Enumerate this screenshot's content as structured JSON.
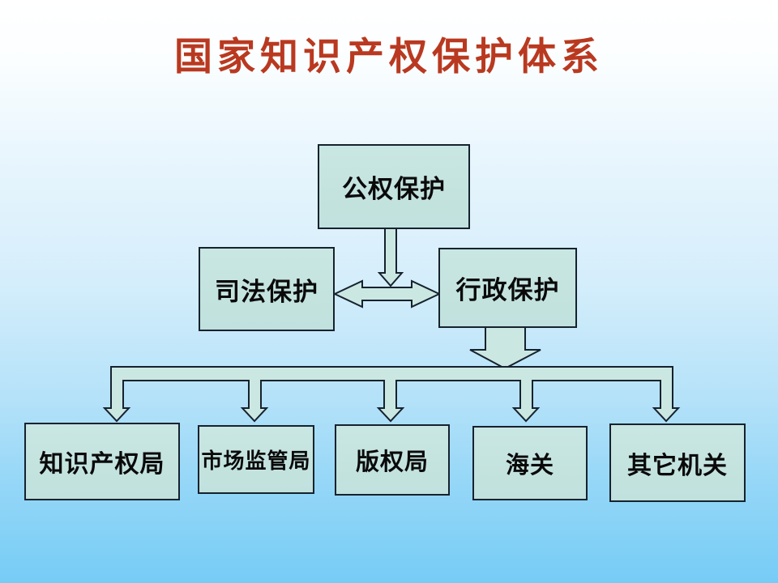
{
  "title": {
    "text": "国家知识产权保护体系"
  },
  "nodes": {
    "public": {
      "label": "公权保护"
    },
    "judicial": {
      "label": "司法保护"
    },
    "administrative": {
      "label": "行政保护"
    },
    "children": [
      {
        "label": "知识产权局"
      },
      {
        "label": "市场监管局"
      },
      {
        "label": "版权局"
      },
      {
        "label": "海关"
      },
      {
        "label": "其它机关"
      }
    ]
  },
  "connectors": {
    "public_to_middle": "vertical arrow from 公权保护 down to level between 司法保护 and 行政保护",
    "judicial_administrative": "double-headed horizontal arrow between 司法保护 and 行政保护",
    "administrative_down": "wide arrow from 行政保护 down to branch bar",
    "branch": "horizontal bar branching into five arrows toward bottom boxes"
  },
  "colors": {
    "title_text": "#b93920",
    "box_fill": "#c5e4e0",
    "box_border": "#16222e",
    "connector_fill": "#cbe7e2",
    "background_top": "#ffffff",
    "background_bottom": "#76ccf6",
    "label_text": "#0a0a0a"
  }
}
